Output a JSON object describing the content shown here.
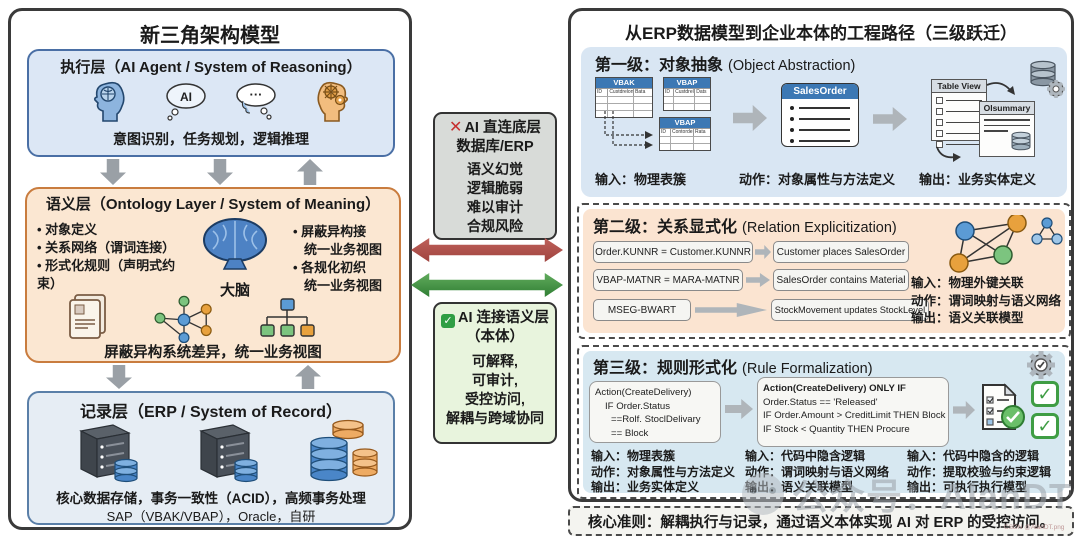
{
  "left_panel": {
    "title": "新三角架构模型",
    "execution": {
      "title": "执行层（AI Agent / System of Reasoning）",
      "ai_label": "AI",
      "dots": "···",
      "caption": "意图识别，任务规划，逻辑推理"
    },
    "semantic": {
      "title": "语义层（Ontology Layer / System of Meaning）",
      "bullets_left": [
        "对象定义",
        "关系网络（谓词连接）",
        "形式化规则（声明式约束）"
      ],
      "bullets_right": [
        {
          "line1": "屏蔽异构接",
          "line2": "统一业务视图"
        },
        {
          "line1": "各规化初织",
          "line2": "统一业务视图"
        }
      ],
      "brain_label": "大脑",
      "caption": "屏蔽异构系统差异，统一业务视图"
    },
    "record": {
      "title": "记录层（ERP / System of Record）",
      "caption1": "核心数据存储，事务一致性（ACID），高频事务处理",
      "caption2": "SAP（VBAK/VBAP），Oracle，自研"
    }
  },
  "middle": {
    "bad": {
      "mark": "✕",
      "title1": "AI 直连底层",
      "title2": "数据库/ERP",
      "lines": [
        "语义幻觉",
        "逻辑脆弱",
        "难以审计",
        "合规风险"
      ]
    },
    "good": {
      "mark": "✓",
      "title1": "AI 连接语义层",
      "title2": "（本体）",
      "lines": [
        "可解释,",
        "可审计,",
        "受控访问,",
        "解耦与跨域协同"
      ]
    }
  },
  "right_panel": {
    "title": "从ERP数据模型到企业本体的工程路径（三级跃迁）",
    "level1": {
      "title_zh": "第一级：对象抽象",
      "title_en": "(Object Abstraction)",
      "tables": [
        {
          "name": "VBAK",
          "cols": [
            "ID",
            "Custdrelon",
            "Bata"
          ]
        },
        {
          "name": "VBAP",
          "cols": [
            "ID",
            "Custdrelon",
            "Dats"
          ]
        },
        {
          "name": "VBAP",
          "cols": [
            "ID",
            "Contorden",
            "Rata"
          ]
        }
      ],
      "card": "SalesOrder",
      "view": "Table View",
      "summary": "Olsummary",
      "cap_input": "输入：物理表簇",
      "cap_action": "动作：对象属性与方法定义",
      "cap_output": "输出：业务实体定义"
    },
    "level2": {
      "title_zh": "第二级：关系显式化",
      "title_en": "(Relation Explicitization)",
      "mappings": [
        {
          "from": "Order.KUNNR = Customer.KUNNR",
          "to": "Customer places SalesOrder"
        },
        {
          "from": "VBAP-MATNR = MARA-MATNR",
          "to": "SalesOrder contains Material"
        },
        {
          "from": "MSEG-BWART",
          "to": "StockMovement updates StockLevel"
        }
      ],
      "captions": [
        "输入：物理外键关联",
        "动作：谓词映射与语义网络",
        "输出：语义关联模型"
      ]
    },
    "level3": {
      "title_zh": "第三级：规则形式化",
      "title_en": "(Rule Formalization)",
      "rule_before": [
        "Action(CreateDelivery)",
        "IF Order.Status",
        "==Rolf. StoclDelivary",
        "== Block"
      ],
      "rule_after": [
        "Action(CreateDelivery) ONLY IF",
        "Order.Status == 'Released'",
        "IF Order.Amount > CreditLimit THEN Block",
        "IF Stock < Quantity THEN Procure"
      ]
    },
    "bottom_captions": [
      [
        "输入：物理表簇",
        "动作：对象属性与方法定义",
        "输出：业务实体定义"
      ],
      [
        "输入：代码中隐含逻辑",
        "动作：谓词映射与语义网络",
        "输出：语义关联模型"
      ],
      [
        "输入：代码中隐含的逻辑",
        "动作：提取校验与约束逻辑",
        "输出：可执行执行模型"
      ]
    ]
  },
  "footer": {
    "principle": "核心准则：解耦执行与记录，通过语义本体实现 AI 对 ERP 的受控访问。"
  },
  "watermark": {
    "text": "公众号：AlanDT",
    "corner": "CSDN @AlanDT.png"
  },
  "colors": {
    "accent_blue": "#3c78b4",
    "bad_red": "#c62f2f",
    "good_green": "#2f9e44",
    "arrow_red": "#a9504b",
    "arrow_green": "#3f8f43"
  }
}
